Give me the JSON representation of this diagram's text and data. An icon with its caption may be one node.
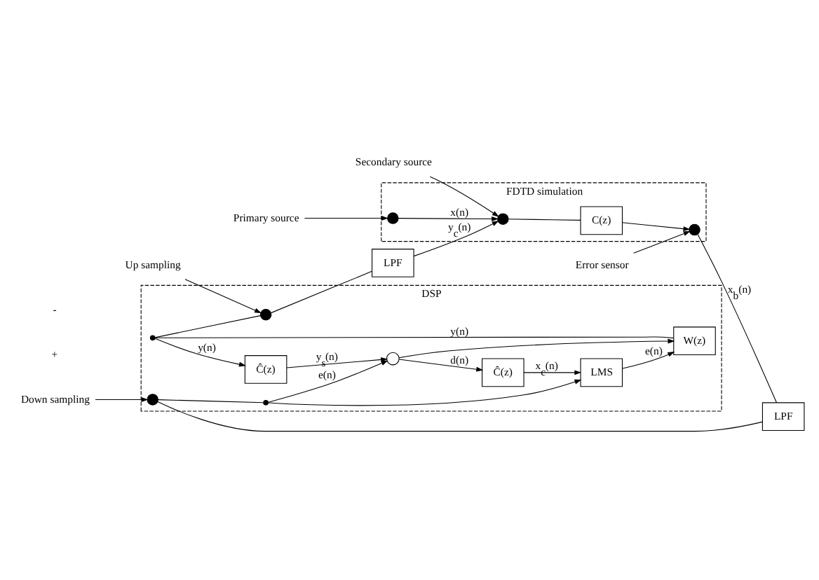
{
  "diagram": {
    "nodes": [
      {
        "text": [
          "FDTD simulation"
        ]
      },
      {
        "text": [],
        "shape": "circle",
        "in": 0
      },
      {
        "text": [],
        "shape": "circle",
        "in": 0
      },
      {
        "text": [
          "C(z)"
        ],
        "in": 0
      },
      {
        "text": [],
        "shape": "circle",
        "in": 0
      },
      {
        "text": [
          "Primary source"
        ]
      },
      {
        "text": [
          "Secondary source"
        ]
      },
      {
        "text": [
          "Error sensor"
        ]
      },
      {
        "text": [
          "LPF"
        ]
      },
      {
        "text": [
          "LPF"
        ]
      },
      {
        "text": [
          "DSP"
        ]
      },
      {
        "text": [],
        "shape": "circle",
        "in": 10
      },
      {
        "text": [],
        "shape": "circle",
        "in": 10
      },
      {
        "text": [],
        "shape": "circle",
        "in": 10
      },
      {
        "text": [],
        "shape": "circle",
        "in": 10
      },
      {
        "text": [],
        "shape": "circle",
        "in": 10
      },
      {
        "text": [
          "Ĉ(z)"
        ],
        "in": 10
      },
      {
        "text": [
          "Ĉ(z)"
        ],
        "in": 10
      },
      {
        "text": [
          "LMS"
        ],
        "in": 10
      },
      {
        "text": [
          "W(z)"
        ],
        "in": 10
      },
      {
        "text": [
          "Up sampling"
        ]
      },
      {
        "text": [
          "Down sampling"
        ]
      }
    ],
    "edges": [
      {
        "from": 1,
        "to": 2,
        "arrow": "to",
        "label": "x(n)"
      },
      {
        "from": 2,
        "to": 3,
        "arrow": "none"
      },
      {
        "from": 3,
        "to": 4,
        "arrow": "to"
      },
      {
        "from": 5,
        "to": 1,
        "arrow": "to"
      },
      {
        "from": 6,
        "to": 2,
        "arrow": "to"
      },
      {
        "from": 7,
        "to": 4,
        "arrow": "to"
      },
      {
        "from": 8,
        "to": 2,
        "arrow": "to",
        "label": "y$_{c}$(n)"
      },
      {
        "from": 4,
        "to": 9,
        "arrow": "none",
        "label": "x$_{b}$(n)"
      },
      {
        "from": 11,
        "to": 8,
        "arrow": "none"
      },
      {
        "from": 9,
        "to": 12,
        "arrow": "none"
      },
      {
        "from": 12,
        "to": 13,
        "arrow": "none"
      },
      {
        "from": 13,
        "to": 15,
        "arrow": "to",
        "label": "e(n)"
      },
      {
        "from": 14,
        "to": 16,
        "arrow": "to",
        "label": "y(n)"
      },
      {
        "from": 16,
        "to": 15,
        "arrow": "to",
        "label": "y$_{s}$(n)"
      },
      {
        "from": 15,
        "to": 17,
        "arrow": "to",
        "label": "d(n)"
      },
      {
        "from": 15,
        "to": 19,
        "arrow": "to"
      },
      {
        "from": 17,
        "to": 18,
        "arrow": "to",
        "label": "x$_{c}$(n)"
      },
      {
        "from": 13,
        "to": 18,
        "arrow": "to"
      },
      {
        "from": 18,
        "to": 19,
        "arrow": "to",
        "label": "e(n)"
      },
      {
        "from": 19,
        "to": 14,
        "arrow": "none",
        "label": "y(n)"
      },
      {
        "from": 14,
        "to": 11,
        "arrow": "none"
      },
      {
        "from": 20,
        "to": 11,
        "arrow": "to"
      },
      {
        "from": 21,
        "to": 12,
        "arrow": "to"
      }
    ],
    "labels": [
      "+",
      "-"
    ]
  }
}
